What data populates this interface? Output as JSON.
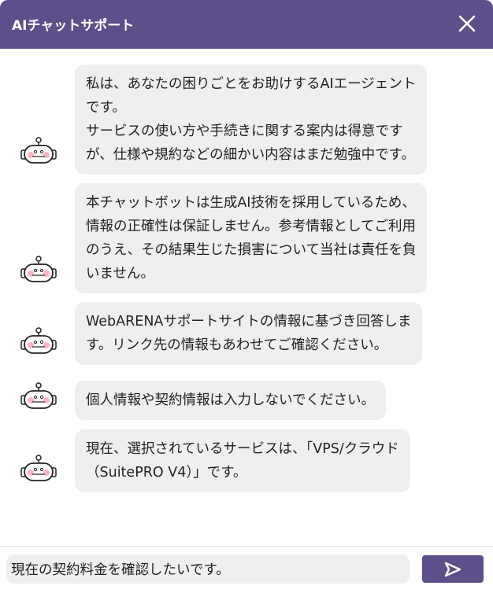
{
  "header": {
    "title": "AIチャットサポート",
    "close_icon": "close-icon"
  },
  "colors": {
    "brand": "#5c4f8a",
    "bubble": "#efefef"
  },
  "messages": [
    {
      "lines": [
        "私は、あなたの困りごとをお助けするAIエージェント",
        "です。",
        "サービスの使い方や手続きに関する案内は得意です",
        "が、仕様や規約などの細かい内容はまだ勉強中です。"
      ]
    },
    {
      "lines": [
        "本チャットボットは生成AI技術を採用しているため、",
        "情報の正確性は保証しません。参考情報としてご利用",
        "のうえ、その結果生じた損害について当社は責任を負",
        "いません。"
      ]
    },
    {
      "lines": [
        "WebARENAサポートサイトの情報に基づき回答しま",
        "す。リンク先の情報もあわせてご確認ください。"
      ]
    },
    {
      "lines": [
        "個人情報や契約情報は入力しないでください。"
      ]
    },
    {
      "lines": [
        "現在、選択されているサービスは、「VPS/クラウド",
        "（SuitePRO V4）」です。"
      ]
    }
  ],
  "composer": {
    "value": "現在の契約料金を確認したいです。",
    "send_icon": "send-icon"
  }
}
